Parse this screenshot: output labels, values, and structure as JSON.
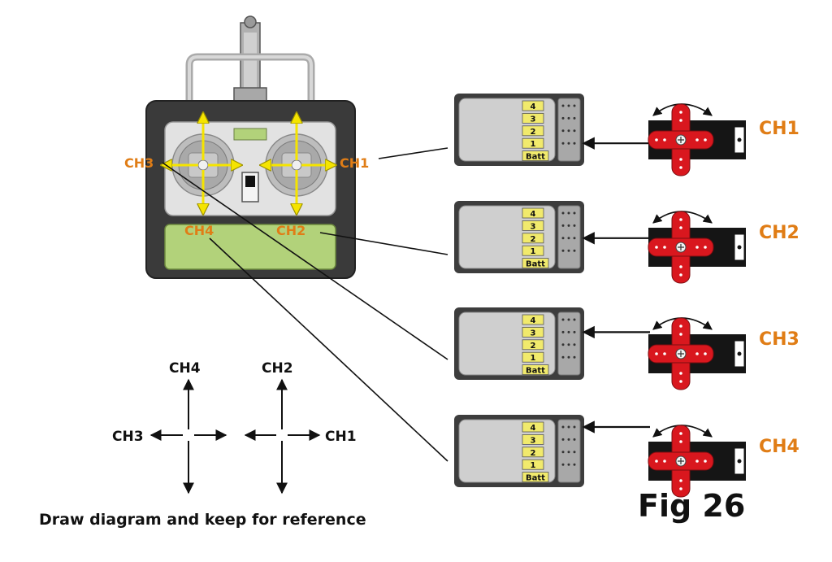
{
  "transmitter": {
    "labels": {
      "ch3": "CH3",
      "ch1": "CH1",
      "ch4": "CH4",
      "ch2": "CH2"
    }
  },
  "receiver": {
    "channel_slots": [
      "4",
      "3",
      "2",
      "1",
      "Batt"
    ]
  },
  "servos": {
    "labels": [
      "CH1",
      "CH2",
      "CH3",
      "CH4"
    ]
  },
  "reference_cross": {
    "left": {
      "top": "CH4",
      "left": "CH3"
    },
    "right": {
      "top": "CH2",
      "right": "CH1"
    }
  },
  "caption": "Draw diagram and keep for reference",
  "figure_label": "Fig 26",
  "colors": {
    "label_orange": "#e07d16",
    "servo_red": "#d9171e",
    "stick_yellow": "#f5e400",
    "lcd_green": "#b2d27a",
    "slot_yellow": "#f1ea6c"
  }
}
